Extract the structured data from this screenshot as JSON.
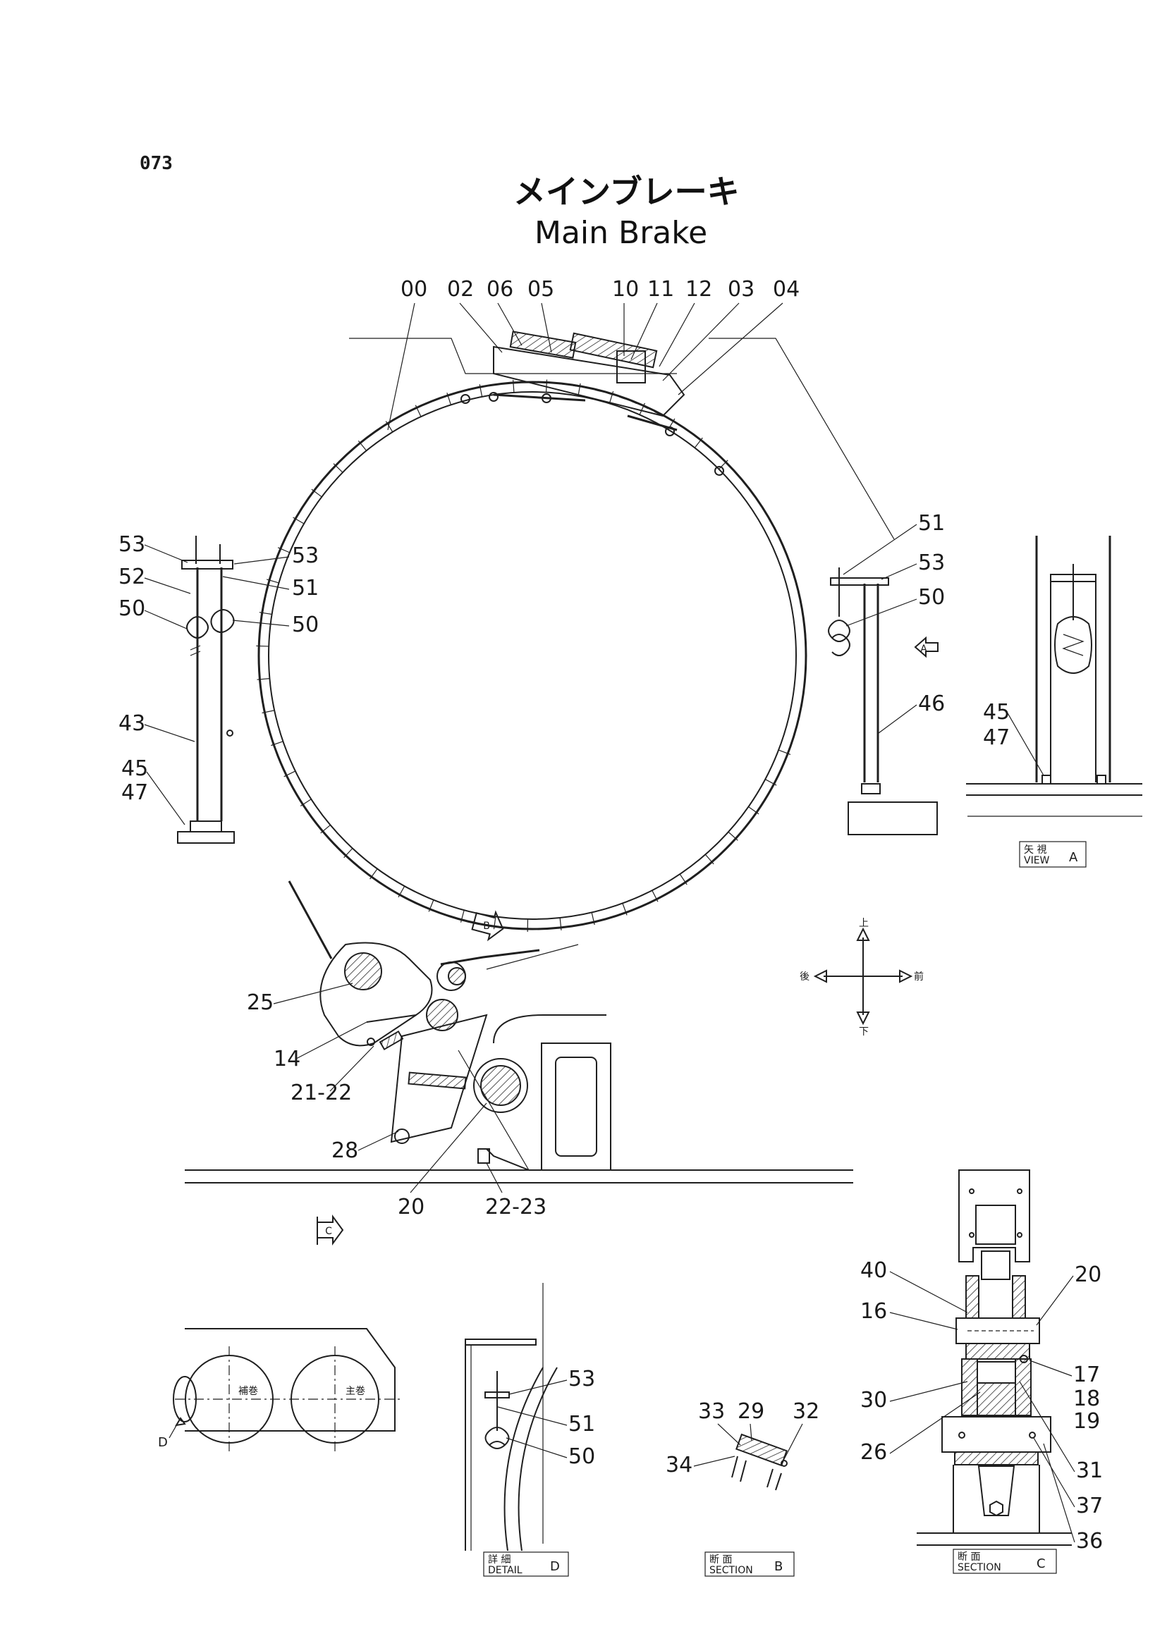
{
  "page_number": "073",
  "title_jp": "メインブレーキ",
  "title_en": "Main Brake",
  "callouts": {
    "top": [
      "00",
      "02",
      "06",
      "05",
      "10",
      "11",
      "12",
      "03",
      "04"
    ],
    "left_spring": [
      "53",
      "52",
      "50",
      "43",
      "45",
      "47",
      "53",
      "51",
      "50"
    ],
    "right_spring": [
      "51",
      "53",
      "50",
      "46"
    ],
    "view_a": [
      "45",
      "47"
    ],
    "linkage": [
      "25",
      "14",
      "21-22",
      "28",
      "20",
      "22-23"
    ],
    "section_c": [
      "40",
      "20",
      "16",
      "17",
      "18",
      "19",
      "30",
      "26",
      "31",
      "37",
      "36"
    ],
    "detail_d": [
      "53",
      "51",
      "50"
    ],
    "section_b": [
      "33",
      "29",
      "32",
      "34"
    ]
  },
  "view_markers": {
    "a": "A",
    "b": "B",
    "c": "C",
    "d": "D"
  },
  "captions": {
    "view_a": {
      "jp": "矢 視",
      "en": "VIEW",
      "letter": "A"
    },
    "detail_d": {
      "jp": "詳 細",
      "en": "DETAIL",
      "letter": "D"
    },
    "section_b": {
      "jp": "断 面",
      "en": "SECTION",
      "letter": "B"
    },
    "section_c": {
      "jp": "断 面",
      "en": "SECTION",
      "letter": "C"
    }
  },
  "direction_labels": {
    "up": "上",
    "down": "下",
    "rear": "後",
    "front": "前"
  },
  "drum_labels": {
    "aux": "補巻",
    "main": "主巻"
  }
}
